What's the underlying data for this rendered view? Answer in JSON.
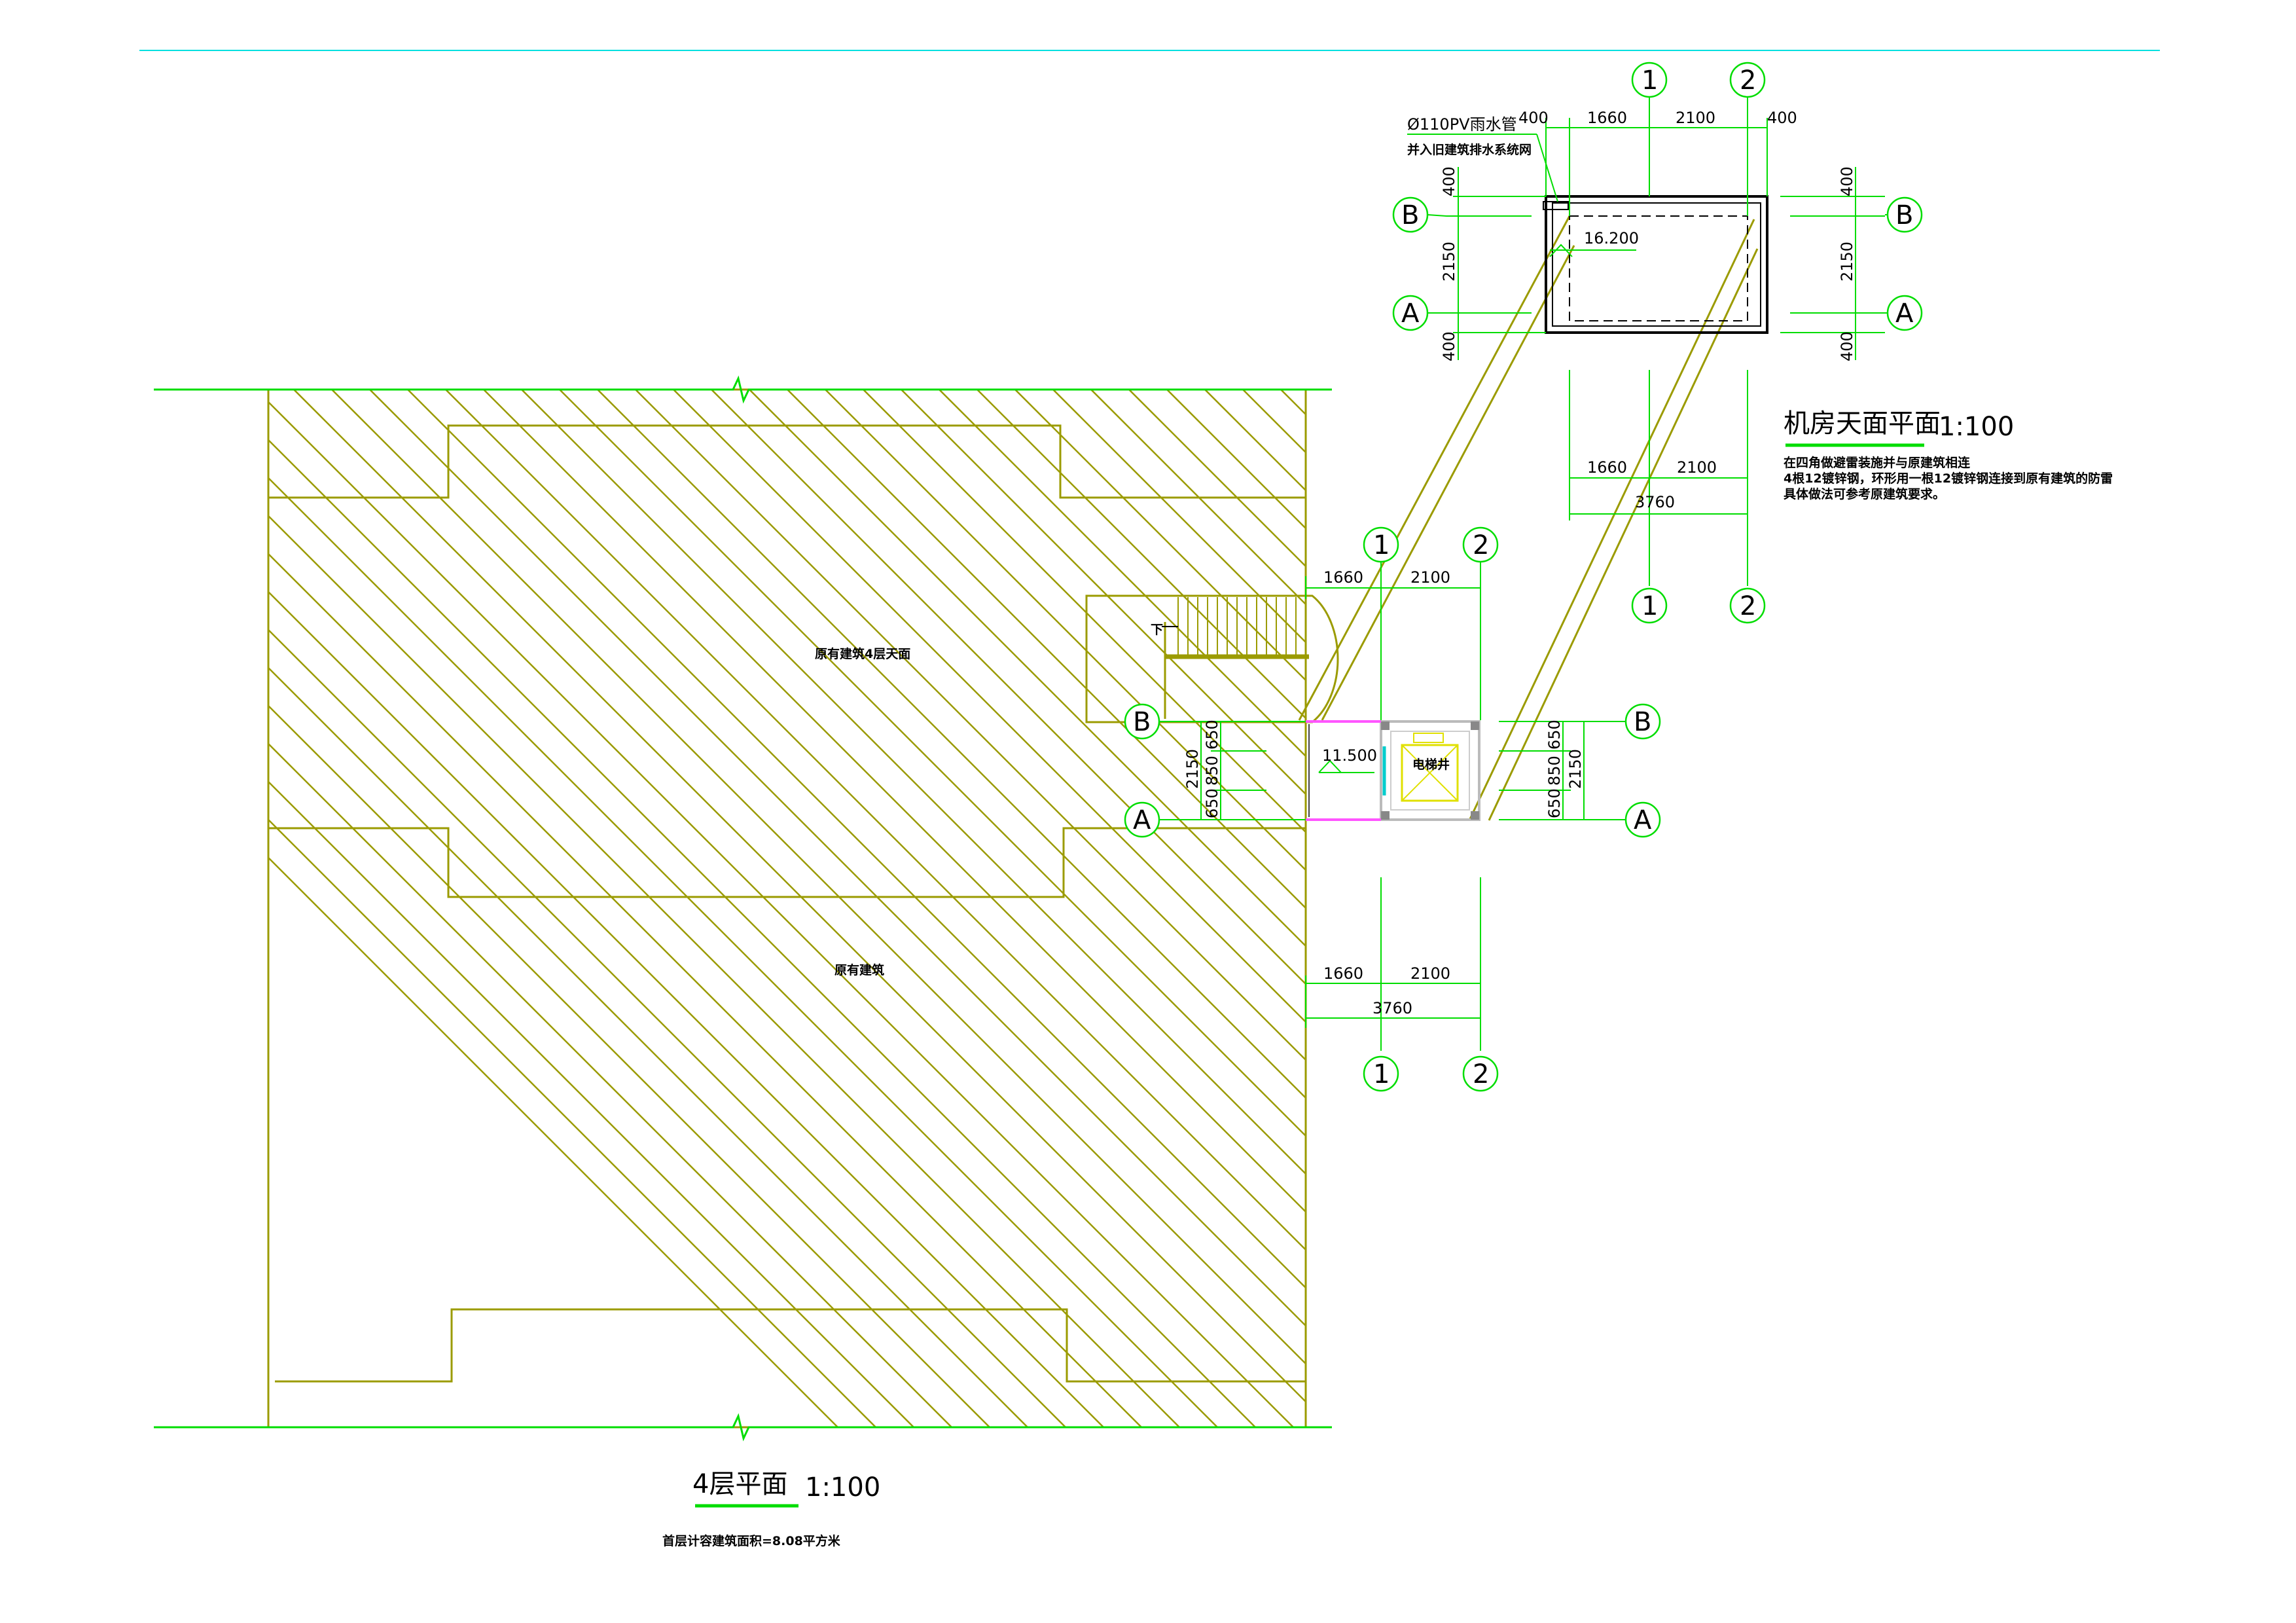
{
  "colors": {
    "structure": "#9b9b00",
    "dimension": "#00dd00",
    "frame": "#00e0e0",
    "pink": "#ff55ff",
    "cyan": "#00cccc",
    "yellow": "#e0e000"
  },
  "main_plan": {
    "title": "4层平面",
    "scale": "1:100",
    "note": "首层计容建筑面积=8.08平方米",
    "roof_label": "原有建筑4层天面",
    "building_label": "原有建筑",
    "stair_arrow_text": "下",
    "elevation": "11.500",
    "shaft_label": "电梯井",
    "dims": {
      "top_a": "1660",
      "top_b": "2100",
      "bottom_a": "1660",
      "bottom_b": "2100",
      "bottom_total": "3760",
      "left_vertical_1": "650",
      "left_vertical_2": "850",
      "left_vertical_3": "650",
      "left_total": "2150",
      "right_vertical_1": "650",
      "right_vertical_2": "850",
      "right_vertical_3": "650",
      "right_total": "2150"
    },
    "axes": {
      "a1": "1",
      "a2": "2",
      "aB": "B",
      "aA": "A"
    }
  },
  "roof_plan": {
    "title": "机房天面平面",
    "scale": "1:100",
    "pipe_note_1": "Ø110PV雨水管",
    "pipe_note_2": "并入旧建筑排水系统网",
    "elevation": "16.200",
    "notes": [
      "在四角做避雷装施并与原建筑相连",
      "4根12镀锌钢，环形用一根12镀锌钢连接到原有建筑的防雷",
      "具体做法可参考原建筑要求。"
    ],
    "dims": {
      "top_400_left": "400",
      "top_a": "1660",
      "top_b": "2100",
      "top_400_right": "400",
      "left_400_top": "400",
      "left_total": "2150",
      "left_400_bottom": "400",
      "right_400_top": "400",
      "right_total": "2150",
      "right_400_bottom": "400",
      "bottom_a": "1660",
      "bottom_b": "2100",
      "bottom_total": "3760"
    },
    "axes": {
      "a1": "1",
      "a2": "2",
      "aB": "B",
      "aA": "A"
    }
  }
}
